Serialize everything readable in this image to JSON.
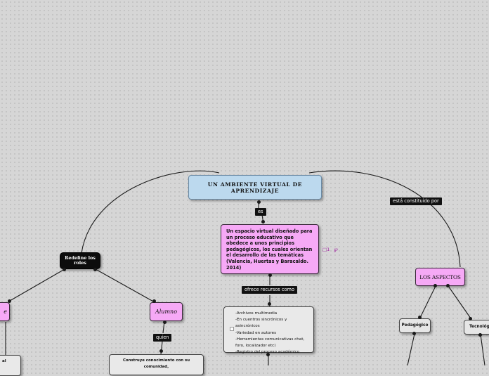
{
  "nodes": {
    "root": "UN AMBIENTE VIRTUAL DE APRENDIZAJE",
    "definition": "Un espacio virtual diseñado para un proceso educativo que obedece a unos principios pedagógicos, los cuales orientan el desarrollo de las temáticas (Valencia, Huertas y Baracaldo. 2014)",
    "roles": "Redefine los roles",
    "docente_partial": "e",
    "alumno": "Alumno",
    "aspectos": "LOS ASPECTOS",
    "pedagogico": "Pedagógico",
    "tecnologico_partial": "Tecnológic",
    "alumno_desc": "Construye conocimiento con su comunidad,",
    "left_partial": "al",
    "recursos": [
      "-Archivos multimedia",
      "-En cuentros sincrónicos y asincrónicos",
      "-Variedad en autores",
      "-Herramientas comunicativas chat, foro, localizador etc)",
      "-Registro del proceso académico"
    ]
  },
  "links": {
    "es": "es",
    "ofrece": "ofrece recursos como",
    "constituido": "está constituido por",
    "quien": "quien"
  },
  "badge": {
    "comments": "1",
    "attach_icon": "attachment-icon"
  },
  "colors": {
    "background": "#d6d6d6",
    "root": "#bcd9ee",
    "pink": "#f6a9f6",
    "dark": "#0c0c0c",
    "gray": "#e9e9e9"
  }
}
